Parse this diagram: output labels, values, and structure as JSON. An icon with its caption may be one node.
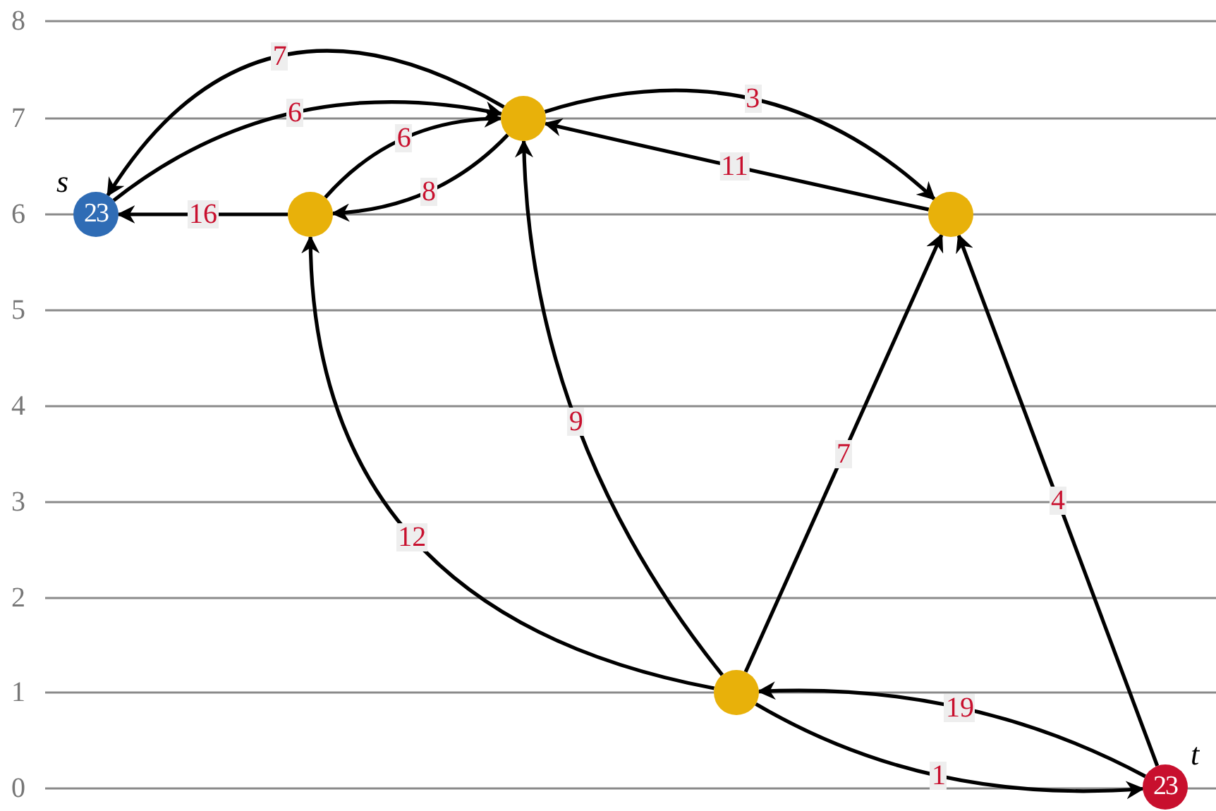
{
  "diagram": {
    "nodes": [
      {
        "text": [
          "23"
        ],
        "beside": [
          "s"
        ]
      },
      {
        "text": [],
        "shape": "circle"
      },
      {
        "text": [],
        "shape": "circle"
      },
      {
        "text": [],
        "shape": "circle"
      },
      {
        "text": [],
        "shape": "circle"
      },
      {
        "text": [
          "23"
        ],
        "beside": [
          "t"
        ]
      }
    ],
    "edges": [
      {
        "from": 2,
        "to": 0,
        "arrow": "to",
        "label": "7"
      },
      {
        "from": 0,
        "to": 2,
        "arrow": "to",
        "label": "6"
      },
      {
        "from": 1,
        "to": 2,
        "arrow": "to",
        "label": "6"
      },
      {
        "from": 2,
        "to": 1,
        "arrow": "to",
        "label": "8"
      },
      {
        "from": 1,
        "to": 0,
        "arrow": "to",
        "label": "16"
      },
      {
        "from": 2,
        "to": 3,
        "arrow": "to",
        "label": "3"
      },
      {
        "from": 3,
        "to": 2,
        "arrow": "to",
        "label": "11"
      },
      {
        "from": 4,
        "to": 1,
        "arrow": "to",
        "label": "12"
      },
      {
        "from": 4,
        "to": 2,
        "arrow": "to",
        "label": "9"
      },
      {
        "from": 4,
        "to": 3,
        "arrow": "to",
        "label": "7"
      },
      {
        "from": 5,
        "to": 3,
        "arrow": "to",
        "label": "4"
      },
      {
        "from": 5,
        "to": 4,
        "arrow": "to",
        "label": "19"
      },
      {
        "from": 4,
        "to": 5,
        "arrow": "to",
        "label": "1"
      }
    ],
    "labels": [
      "8",
      "7",
      "6",
      "5",
      "4",
      "3",
      "2",
      "1",
      "0"
    ]
  }
}
